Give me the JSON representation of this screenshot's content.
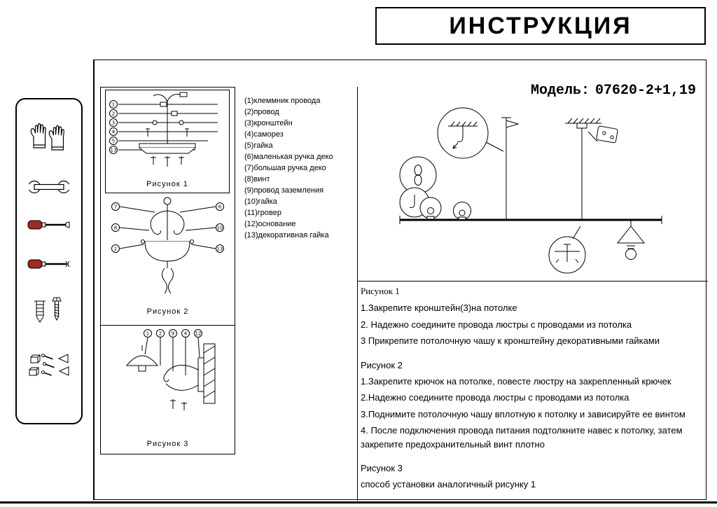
{
  "header": {
    "title": "ИНСТРУКЦИЯ"
  },
  "model": {
    "label": "Модель:",
    "value": "07620-2+1,19"
  },
  "tools": {
    "icons": [
      "gloves-icon",
      "wrench-icon",
      "flat-screwdriver-icon",
      "cross-screwdriver-icon",
      "screw-and-anchor-icon",
      "fasteners-icon"
    ]
  },
  "parts": {
    "items": [
      "(1)клеммник провода",
      "(2)провод",
      "(3)кронштейн",
      "(4)саморез",
      "(5)гайка",
      "(6)маленькая ручка деко",
      "(7)большая ручка деко",
      "(8)винт",
      "(9)провод  заземления",
      "(10)гайка",
      "(11)гровер",
      "(12)основание",
      "(13)декоративная гайка"
    ]
  },
  "figures": [
    {
      "label": "Рисунок 1",
      "callouts": [
        1,
        2,
        3,
        4,
        5,
        13
      ]
    },
    {
      "label": "Рисунок 2",
      "callouts": [
        7,
        8,
        2,
        6,
        10,
        13
      ]
    },
    {
      "label": "Рисунок 3",
      "callouts": [
        1,
        2,
        9,
        4,
        12
      ]
    }
  ],
  "instructions": {
    "sections": [
      {
        "heading": "Рисунок 1",
        "steps": [
          "1.Закрепите кронштейн(3)на потолке",
          "2. Надежно соедините провода люстры с проводами из потолка",
          "3 Прикрепите потолочную чашу к кронштейну декоративными гайками"
        ]
      },
      {
        "heading": "Рисунок 2",
        "steps": [
          "1.Закрепите крючок на потолке, повесте люстру на закрепленный крючек",
          "2.Надежно соедините провода люстры с проводами из потолка",
          "3.Поднимите потолочную чашу вплотную к потолку и зависируйте ее винтом",
          "4. После подключения провода питания подтолкните навес к потолку, затем закрепите предохранительный винт плотно"
        ]
      },
      {
        "heading": "Рисунок 3",
        "steps": [
          "способ установки аналогичный рисунку 1"
        ]
      }
    ]
  },
  "colors": {
    "ink": "#000000",
    "paper": "#ffffff",
    "handle": "#9e2b25"
  }
}
